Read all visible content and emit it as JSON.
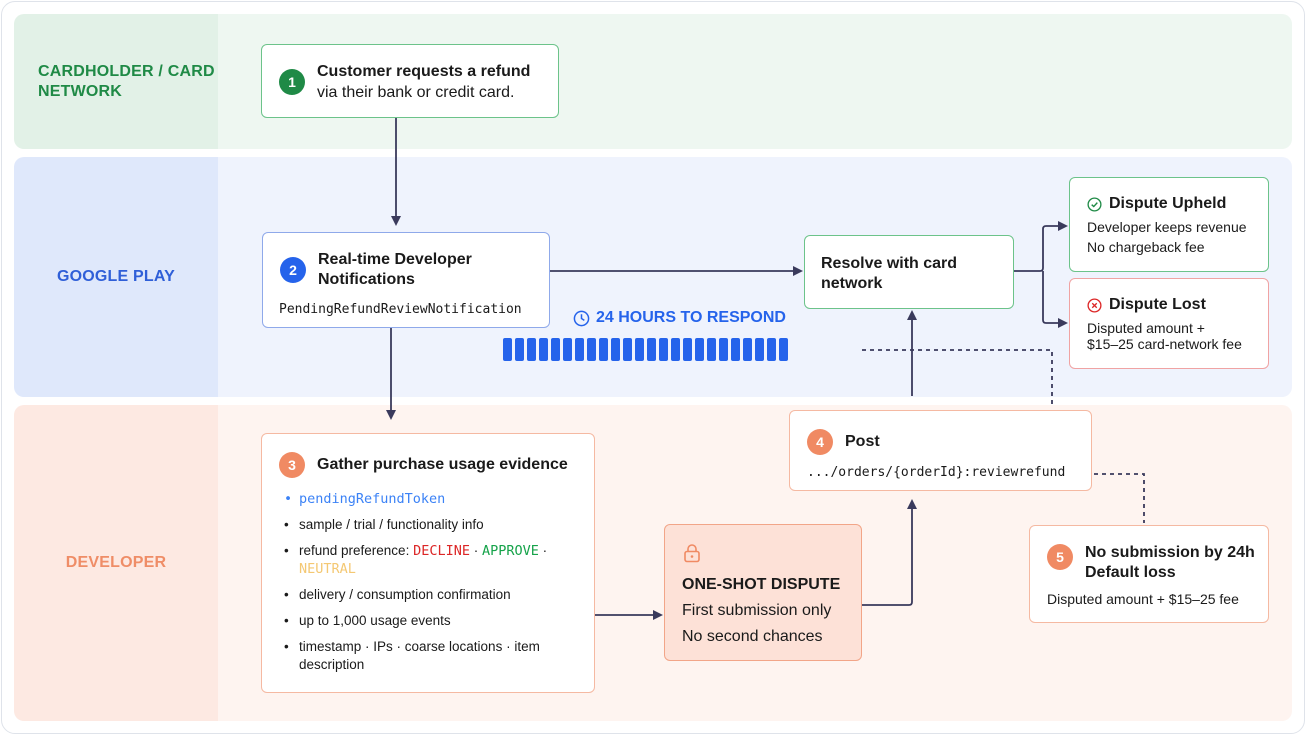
{
  "lanes": {
    "cardholder": "CARDHOLDER / CARD NETWORK",
    "google_play": "GOOGLE PLAY",
    "developer": "DEVELOPER"
  },
  "step1": {
    "number": "1",
    "title": "Customer requests a refund",
    "subtitle": "via their bank or credit card."
  },
  "step2": {
    "number": "2",
    "title": "Real-time Developer Notifications",
    "code": "PendingRefundReviewNotification"
  },
  "resolve": {
    "title": "Resolve with card network"
  },
  "outcome_upheld": {
    "title": "Dispute Upheld",
    "line1": "Developer keeps revenue",
    "line2": "No chargeback fee"
  },
  "outcome_lost": {
    "title": "Dispute Lost",
    "line1": "Disputed amount +",
    "line2": "$15–25 card-network fee"
  },
  "timer": {
    "label": "24 HOURS TO RESPOND",
    "ticks": 24
  },
  "step3": {
    "number": "3",
    "title": "Gather purchase usage evidence",
    "token": "pendingRefundToken",
    "items": [
      "sample / trial / functionality info",
      "delivery / consumption confirmation",
      "up to 1,000 usage events",
      "timestamp · IPs · coarse locations · item description"
    ],
    "preference_label": "refund preference: ",
    "preference_options": [
      "DECLINE",
      "APPROVE",
      "NEUTRAL"
    ],
    "separator": " · "
  },
  "one_shot": {
    "title": "ONE-SHOT DISPUTE",
    "line1": "First submission only",
    "line2": "No second chances"
  },
  "step4": {
    "number": "4",
    "title": "Post",
    "code": ".../orders/{orderId}:reviewrefund"
  },
  "step5": {
    "number": "5",
    "title": "No submission by 24h Default loss",
    "subtitle": "Disputed amount + $15–25 fee"
  },
  "colors": {
    "cardholder_accent": "#1f8a46",
    "google_play_accent": "#2563eb",
    "developer_accent": "#f08a63",
    "decline": "#dc2626",
    "approve": "#16a34a",
    "neutral": "#f4c873",
    "arrow": "#3a3a5c"
  }
}
